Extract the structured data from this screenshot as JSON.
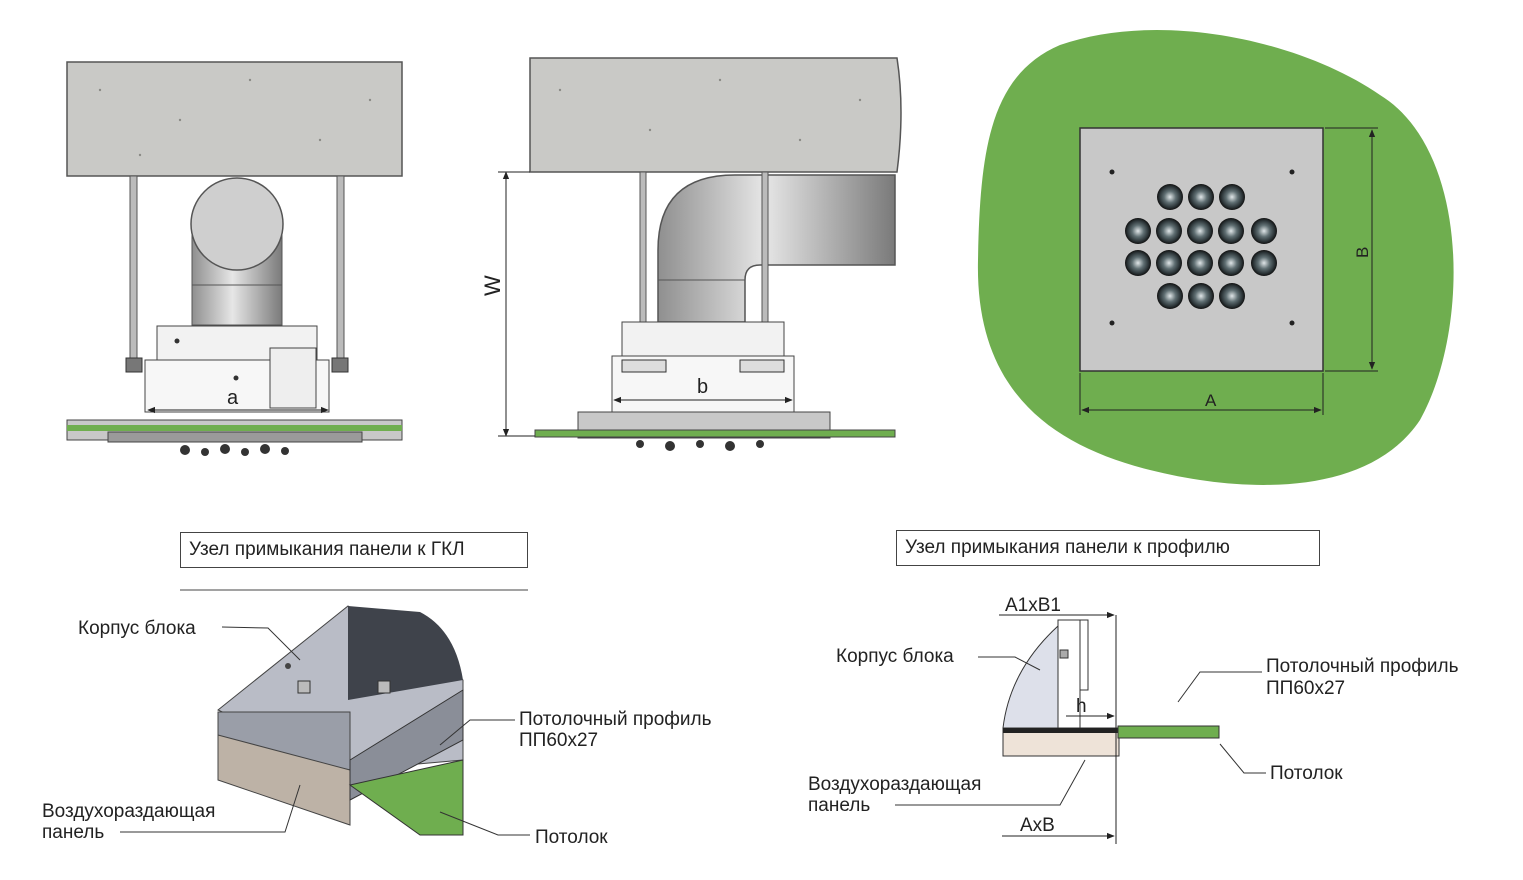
{
  "dimensions": {
    "a": "a",
    "b": "b",
    "w": "W",
    "A": "A",
    "B": "B",
    "A1xB1": "A1xB1",
    "h": "h",
    "AxB": "AxB"
  },
  "captions": {
    "gkl": "Узел примыкания панели к ГКЛ",
    "profile": "Узел примыкания панели к профилю"
  },
  "labels": {
    "body_left": "Корпус блока",
    "profile_left_1": "Потолочный профиль",
    "profile_left_2": "ПП60х27",
    "panel_left_1": "Воздухораздающая",
    "panel_left_2": "панель",
    "ceiling_left": "Потолок",
    "body_right": "Корпус блока",
    "profile_right_1": "Потолочный профиль",
    "profile_right_2": "ПП60х27",
    "ceiling_right": "Потолок",
    "panel_right_1": "Воздухораздающая",
    "panel_right_2": "панель"
  },
  "colors": {
    "concrete": "#c9c9c6",
    "ceiling_green": "#6fae4f",
    "panel_gray": "#c8c8c8",
    "metal": "#d9d9d9"
  },
  "icons": {
    "nozzle": "round-nozzle-icon"
  }
}
